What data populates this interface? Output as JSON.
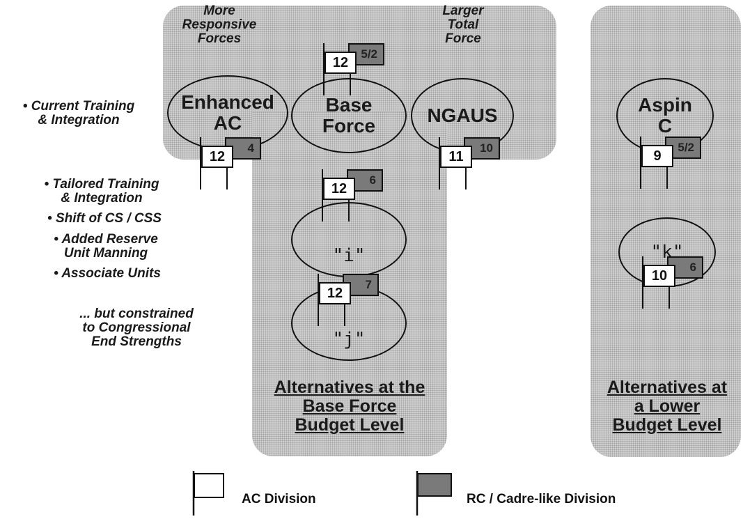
{
  "top_labels": {
    "responsive": "More\nResponsive\nForces",
    "larger": "Larger\nTotal\nForce"
  },
  "options": [
    {
      "name": "Enhanced\nAC",
      "ac": "12",
      "rc": "4"
    },
    {
      "name": "Base\nForce",
      "ac": "12",
      "rc": "5/2"
    },
    {
      "name": "NGAUS",
      "ac": "11",
      "rc": "10"
    },
    {
      "name": "\"i\"",
      "ac": "12",
      "rc": "6"
    },
    {
      "name": "\"j\"",
      "ac": "12",
      "rc": "7"
    },
    {
      "name": "Aspin\nC",
      "ac": "9",
      "rc": "5/2"
    },
    {
      "name": "\"k\"",
      "ac": "10",
      "rc": "6"
    }
  ],
  "left_notes": [
    "• Current Training\n& Integration",
    "• Tailored Training\n& Integration",
    "• Shift of CS / CSS",
    "• Added Reserve\nUnit Manning",
    "• Associate Units",
    "... but constrained\nto Congressional\nEnd Strengths"
  ],
  "captions": {
    "base": "Alternatives at the\nBase Force\nBudget Level",
    "lower": "Alternatives at\na Lower\nBudget Level"
  },
  "legend": {
    "ac": "AC Division",
    "rc": "RC / Cadre-like Division"
  }
}
